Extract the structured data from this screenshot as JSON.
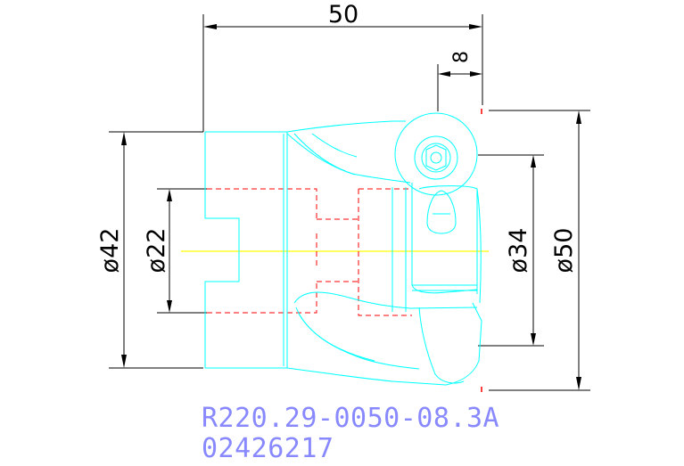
{
  "drawing": {
    "dimensions": {
      "overall_length": "50",
      "insert_offset": "8",
      "dia_42": "ø42",
      "dia_22": "ø22",
      "dia_34": "ø34",
      "dia_50": "ø50"
    },
    "part_number": "R220.29-0050-08.3A",
    "order_code": "02426217",
    "colors": {
      "outline": "#00ffff",
      "hidden": "#ff0000",
      "centerline": "#ffff00",
      "dimension": "#000000",
      "caption": "#8888ff"
    }
  }
}
